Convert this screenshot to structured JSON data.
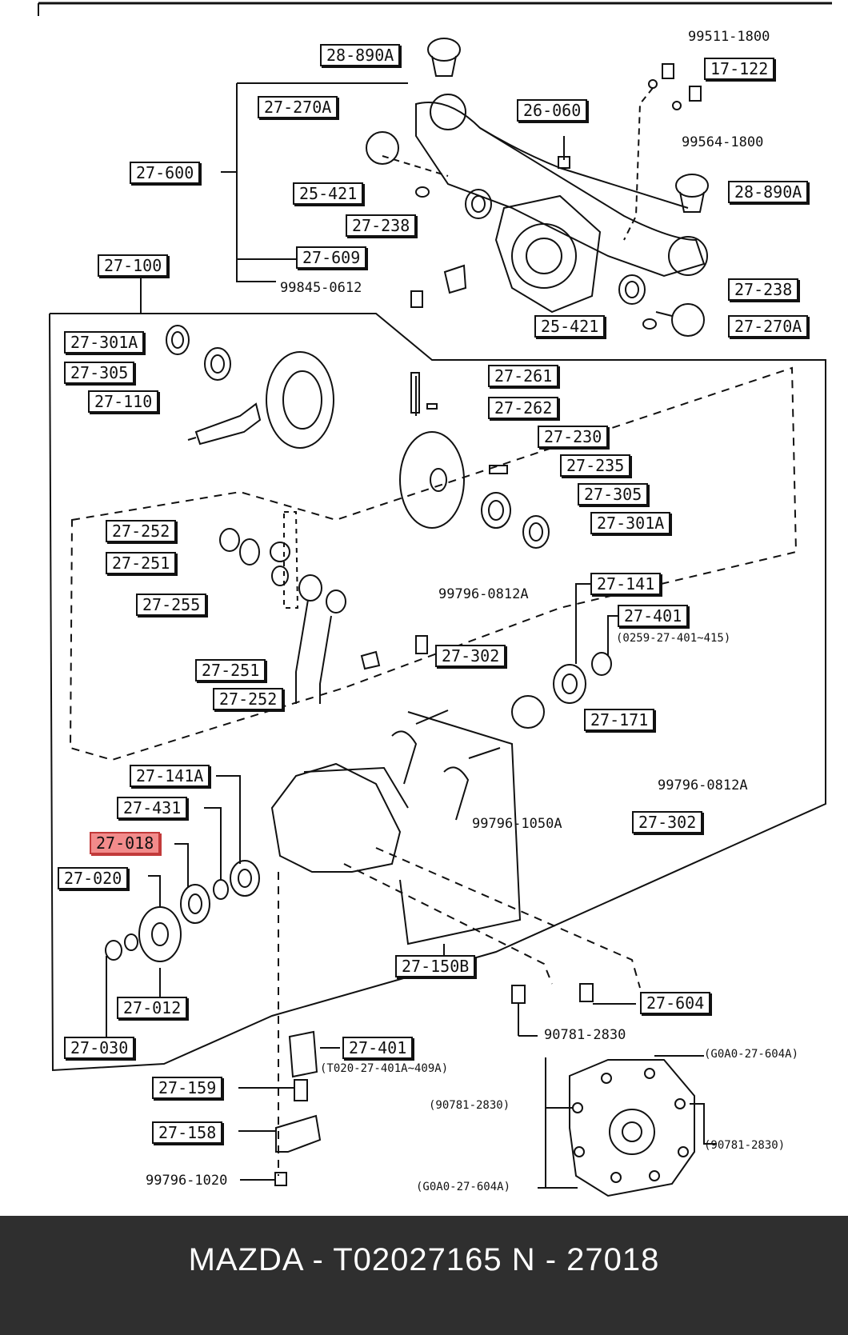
{
  "accent_color": "#f28b8b",
  "labels": {
    "l28_890A_top": "28-890A",
    "l27_270A_top": "27-270A",
    "l26_060": "26-060",
    "l17_122": "17-122",
    "l27_600": "27-600",
    "l25_421_top": "25-421",
    "l28_890A_right": "28-890A",
    "l27_238_top": "27-238",
    "l27_100": "27-100",
    "l27_609": "27-609",
    "l27_238_right": "27-238",
    "l25_421_right": "25-421",
    "l27_270A_right": "27-270A",
    "l27_301A_left": "27-301A",
    "l27_305_left": "27-305",
    "l27_110": "27-110",
    "l27_261": "27-261",
    "l27_262": "27-262",
    "l27_230": "27-230",
    "l27_235": "27-235",
    "l27_305_right": "27-305",
    "l27_301A_right": "27-301A",
    "l27_252_a": "27-252",
    "l27_251_a": "27-251",
    "l27_255": "27-255",
    "l27_141": "27-141",
    "l27_401_a": "27-401",
    "l27_302_a": "27-302",
    "l27_251_b": "27-251",
    "l27_252_b": "27-252",
    "l27_171": "27-171",
    "l27_141A": "27-141A",
    "l27_431": "27-431",
    "l27_018": "27-018",
    "l27_020": "27-020",
    "l27_302_b": "27-302",
    "l27_150B": "27-150B",
    "l27_604": "27-604",
    "l27_012": "27-012",
    "l27_030": "27-030",
    "l27_401_b": "27-401",
    "l27_159": "27-159",
    "l27_158": "27-158"
  },
  "texts": {
    "t99511": "99511-1800",
    "t99564": "99564-1800",
    "t99845": "99845-0612",
    "t99796_0812A_a": "99796-0812A",
    "t0259": "(0259-27-401~415)",
    "t99796_0812A_b": "99796-0812A",
    "t99796_1050A": "99796-1050A",
    "t90781_2830": "90781-2830",
    "tT020": "(T020-27-401A~409A)",
    "tG0A0_a": "(G0A0-27-604A)",
    "t90781_2830_l": "(90781-2830)",
    "t90781_2830_r": "(90781-2830)",
    "tG0A0_b": "(G0A0-27-604A)",
    "t99796_1020": "99796-1020"
  },
  "footer": {
    "text": "MAZDA - T02027165    N - 27018"
  }
}
